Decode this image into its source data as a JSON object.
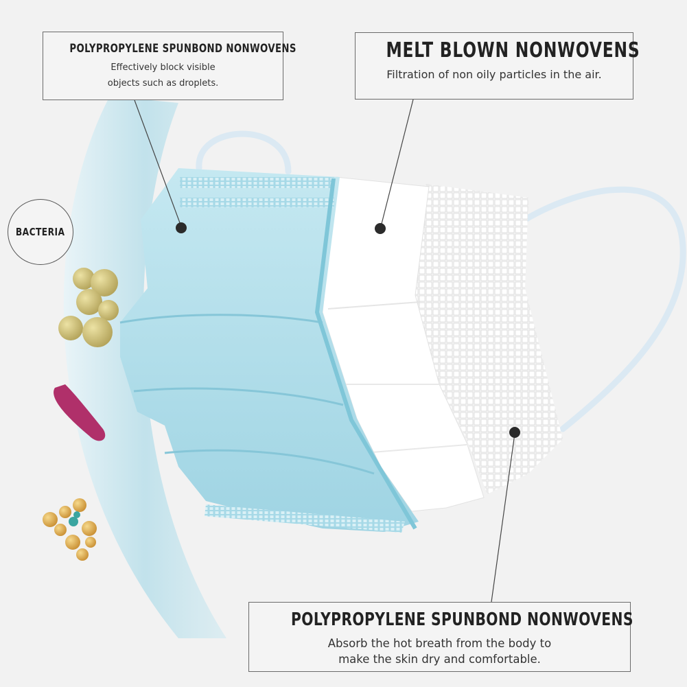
{
  "callouts": {
    "top_left": {
      "title": "POLYPROPYLENE SPUNBOND NONWOVENS",
      "desc_line1": "Effectively block visible",
      "desc_line2": "objects  such as droplets."
    },
    "top_right": {
      "title": "MELT BLOWN NONWOVENS",
      "desc": "Filtration of non oily particles in the air."
    },
    "bottom": {
      "title": "POLYPROPYLENE SPUNBOND NONWOVENS",
      "desc_line1": "Absorb the hot breath from the body to",
      "desc_line2": "make the skin dry and comfortable."
    }
  },
  "bacteria_label": "BACTERIA",
  "colors": {
    "outer_layer": "#a9dce9",
    "outer_layer_dark": "#7fc6d8",
    "middle_layer": "#ffffff",
    "inner_layer": "#f3f3f3",
    "ear_loop": "#dbe9f3",
    "bacteria_yellow": "#c9c07a",
    "bacteria_magenta": "#b0306a",
    "bacteria_orange": "#d9a54a",
    "bacteria_teal": "#3aa5a0"
  }
}
